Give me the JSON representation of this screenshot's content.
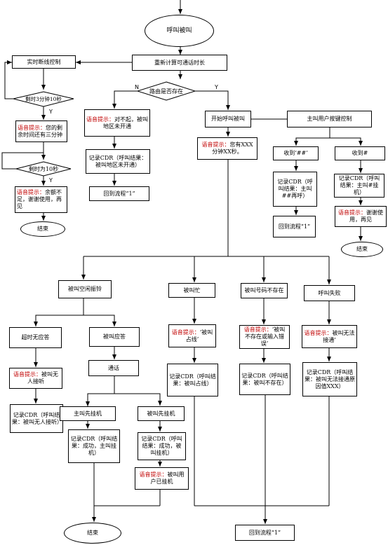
{
  "nodes": {
    "start": "呼叫被叫",
    "recalc": "重新计算可通话时长",
    "realtime": "实时断线控制",
    "route_q": "路由是否存在",
    "remain3": "剩时3分钟10秒",
    "remain10": "剩时为10秒",
    "p_prefix": "语音提示：",
    "p_remain2": "您的剩余时间还有三分钟",
    "p_balance": "余额不足，谢谢使用，再见",
    "end1": "结束",
    "p_noarea": "对不起，被叫地区未开通",
    "cdr_noarea": "记录CDR（呼叫结果：被叫地区未开通）",
    "back1a": "回到流程“1”",
    "begin_call": "开始呼叫被叫",
    "p_minutes": "您有XXX分钟XX秒。",
    "key_ctrl": "主叫用户按键控制",
    "recv_hash2": "收到‘##’",
    "recv_hash": "收到#",
    "cdr_hash2": "记录CDR（呼叫结果：主叫##再呼）",
    "cdr_hash": "记录CDR（呼叫结果：主叫#挂机）",
    "back1b": "回到流程“1”",
    "p_bye": "谢谢使用，再见",
    "end2": "结束",
    "ringing": "被叫空闲振铃",
    "busy": "被叫忙",
    "notexist": "被叫号码不存在",
    "fail": "呼叫失败",
    "timeout": "超时无应答",
    "answered": "被叫应答",
    "p_busy": "‘被叫占线’",
    "p_notexist": "‘被叫不存在或输入错误’",
    "p_fail": "被叫无法接通’",
    "p_noanswer": "被叫无人接听",
    "talk": "通话",
    "cdr_busy": "记录CDR（呼叫结果：被叫占线）",
    "cdr_notexist": "记录CDR（呼叫结果：被叫不存在）",
    "cdr_fail": "记录CDR（呼叫结果：被叫无法接通原因值XXX）",
    "cdr_noanswer": "记录CDR（呼叫结果：被叫无人接听）",
    "caller_hang": "主叫先挂机",
    "callee_hang": "被叫先挂机",
    "cdr_caller": "记录CDR（呼叫结果：成功，主叫挂机）",
    "cdr_callee": "记录CDR（呼叫结果：成功，被叫挂机）",
    "p_callee_hung": "被叫用户已挂机",
    "end3": "结束",
    "back1c": "回到流程“1”"
  },
  "labels": {
    "n": "N",
    "y": "Y"
  }
}
